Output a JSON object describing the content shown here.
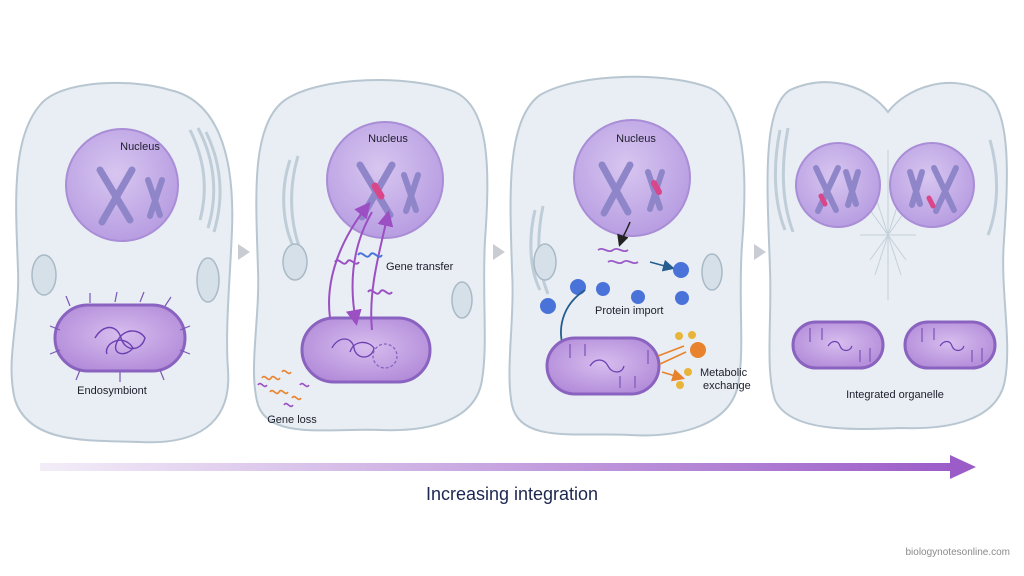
{
  "labels": {
    "nucleus": "Nucleus",
    "endosymbiont": "Endosymbiont",
    "gene_transfer": "Gene transfer",
    "gene_loss": "Gene loss",
    "protein_import": "Protein import",
    "metabolic_exchange_1": "Metabolic",
    "metabolic_exchange_2": "exchange",
    "integrated_organelle": "Integrated organelle"
  },
  "caption": "Increasing integration",
  "credit": "biologynotesonline.com",
  "colors": {
    "cell_fill": "#e9eff4",
    "cell_stroke": "#b9c7d2",
    "nucleus_fill": "#c7b1e8",
    "nucleus_stroke": "#a98dd6",
    "chromosome": "#8f86c9",
    "marker": "#d9478a",
    "organelle_fill": "#c9a9e3",
    "organelle_stroke": "#8a63c0",
    "protein": "#4a73d9",
    "exchange_orange": "#e8822c",
    "exchange_dot": "#e8b43a",
    "arrow_blue": "#245d8e",
    "arrow_purple": "#9b4fc3",
    "gradient_start": "#efe6f6",
    "gradient_end": "#9b5cc8"
  }
}
